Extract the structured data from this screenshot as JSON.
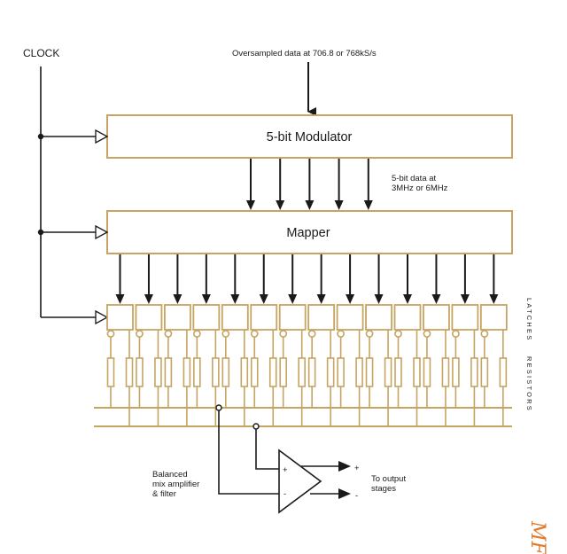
{
  "labels": {
    "clock": "CLOCK",
    "input": "Oversampled data at 706.8 or 768kS/s",
    "modulator": "5-bit Modulator",
    "data_line1": "5-bit data at",
    "data_line2": "3MHz or 6MHz",
    "mapper": "Mapper",
    "latches": "LATCHES",
    "resistors": "RESISTORS",
    "amp_line1": "Balanced",
    "amp_line2": "mix amplifier",
    "amp_line3": "& filter",
    "plus_in": "+",
    "minus_in": "-",
    "plus_out": "+",
    "minus_out": "-",
    "out_line1": "To output",
    "out_line2": "stages",
    "logo": "MF"
  },
  "colors": {
    "line": "#1a1a1a",
    "box": "#c6a462",
    "logo": "#e07a2c"
  },
  "latch_count": 14,
  "modulator_outputs": 5
}
